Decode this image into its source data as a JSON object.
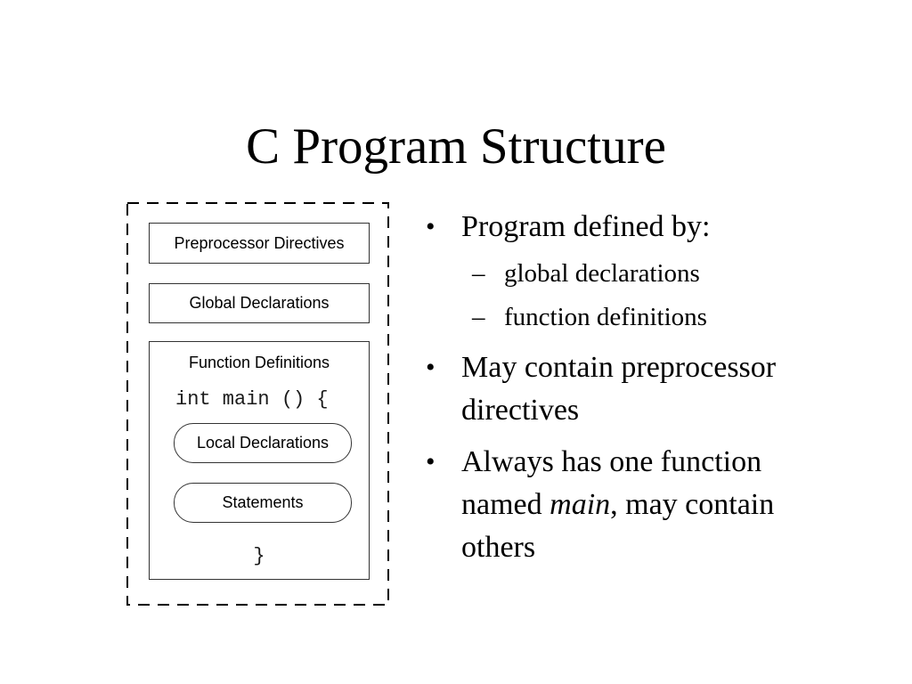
{
  "slide": {
    "title": "C Program Structure",
    "background_color": "#ffffff",
    "text_color": "#000000"
  },
  "diagram": {
    "preprocessor_box_label": "Preprocessor Directives",
    "global_box_label": "Global Declarations",
    "function_box_label": "Function Definitions",
    "code_open": "int main () {",
    "code_close": "}",
    "local_pill_label": "Local Declarations",
    "statements_pill_label": "Statements"
  },
  "bullets": {
    "marker": "•",
    "sub_marker": "–",
    "item1": "Program defined by:",
    "item1_sub1": "global declarations",
    "item1_sub2": "function definitions",
    "item2": "May contain preprocessor\ndirectives",
    "item3_pre": "Always has one function\nnamed ",
    "item3_italic": "main",
    "item3_post": ", may contain\nothers"
  }
}
